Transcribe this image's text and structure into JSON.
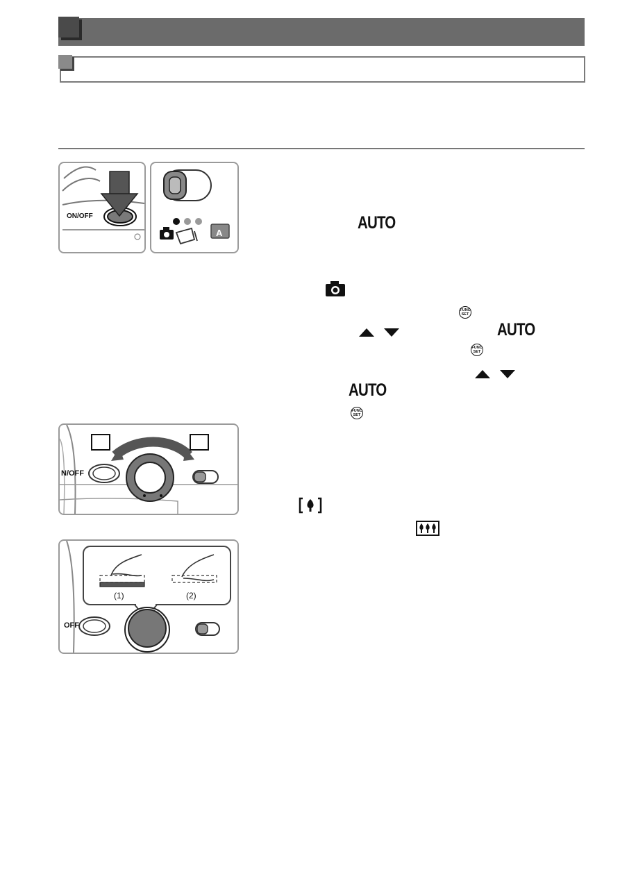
{
  "panels": {
    "power": {
      "button_label": "ON/OFF"
    },
    "press": {
      "label_1": "(1)",
      "label_2": "(2)",
      "button_label": "OFF"
    },
    "zoom": {
      "button_label": "N/OFF"
    }
  },
  "symbols": {
    "auto_1": "AUTO",
    "auto_2": "AUTO",
    "auto_3": "AUTO",
    "func_label": "FUNC SET"
  }
}
